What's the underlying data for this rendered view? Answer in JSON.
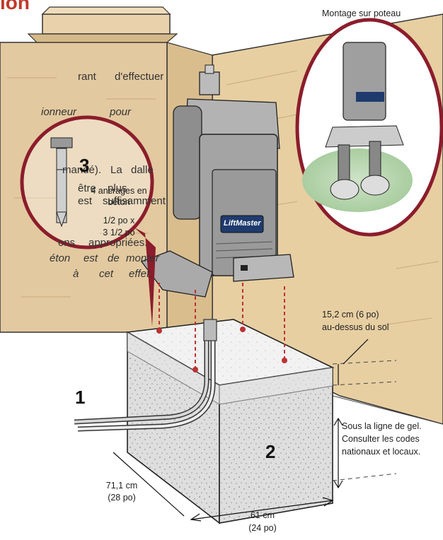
{
  "header": {
    "title_fragment": "ion"
  },
  "inset": {
    "title": "Montage sur poteau"
  },
  "background_text": {
    "line1a": "rant",
    "line1b": "d'effectuer",
    "line2a": "ionneur",
    "line2b": "pour",
    "line3": "mandé).",
    "line3b": "La",
    "line3c": "dalle",
    "line4a": "être",
    "line4b": "plus",
    "line5a": "est",
    "line5b": "suffisamment",
    "line6a": "ons",
    "line6b": "appropriées.",
    "line7a": "éton",
    "line7b": "est",
    "line7c": "de",
    "line7d": "monter",
    "line8a": "à",
    "line8b": "cet",
    "line8c": "effet."
  },
  "callout_anchor": {
    "number": "3",
    "text_line1": "4 ancrages en",
    "text_line2": "béton",
    "text_line3": "1/2 po x",
    "text_line4": "3 1/2 po"
  },
  "labels": {
    "conduit_number": "1",
    "slab_number": "2",
    "height_line1": "15,2 cm (6 po)",
    "height_line2": "au-dessus du sol",
    "frost_line1": "Sous la ligne de gel.",
    "frost_line2": "Consulter les codes",
    "frost_line3": "nationaux et locaux.",
    "depth_line1": "71,1 cm",
    "depth_line2": "(28 po)",
    "width_line1": "61 cm",
    "width_line2": "(24 po)"
  },
  "brand": {
    "logo_text": "LiftMaster"
  },
  "colors": {
    "wall": "#e7cfa2",
    "pillar": "#e3c9a0",
    "concrete": "#ededed",
    "ring": "#8b1d2c",
    "operator": "#9a9a9a",
    "title_red": "#c0392b"
  }
}
